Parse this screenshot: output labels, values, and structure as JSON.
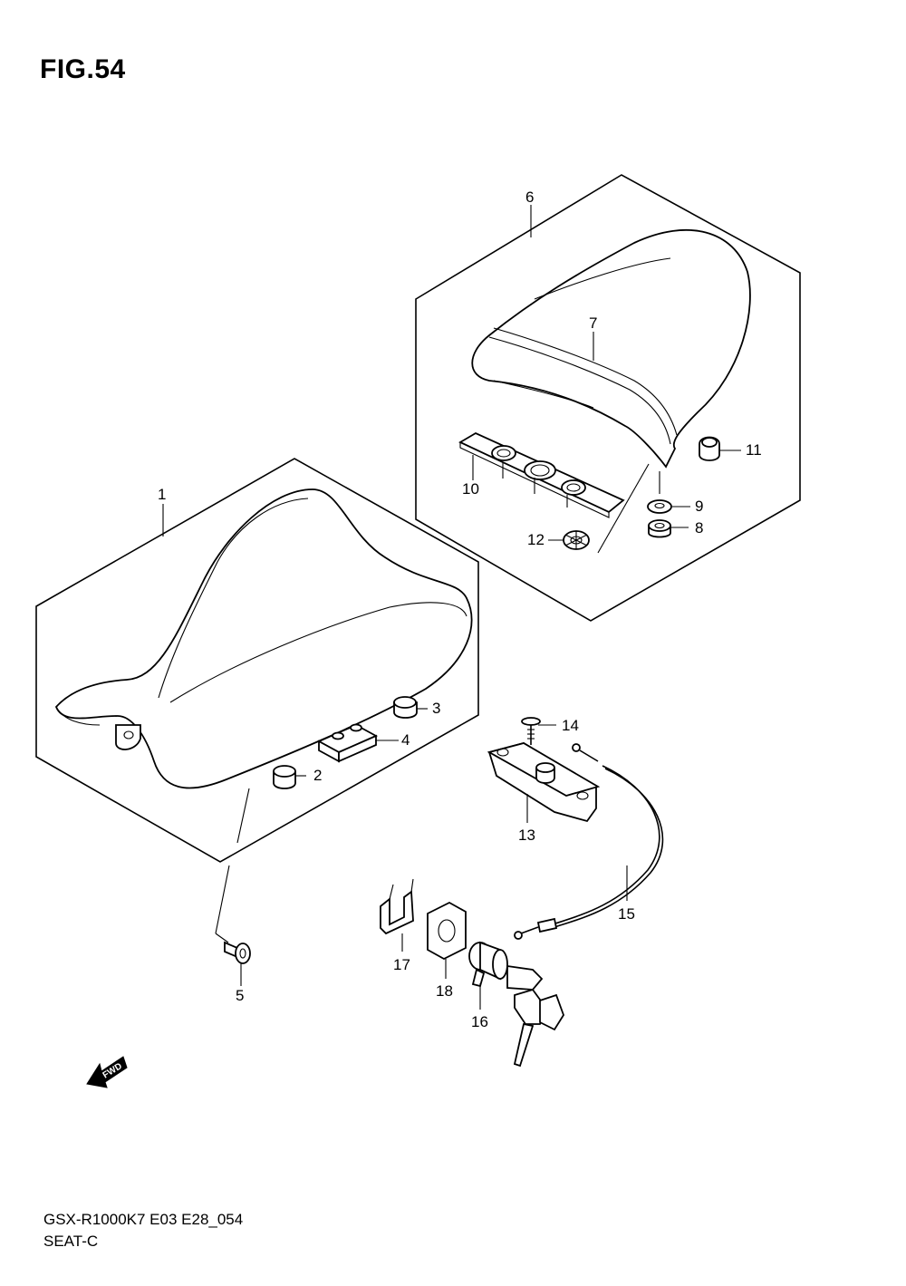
{
  "figure": {
    "title": "FIG.54"
  },
  "footer": {
    "model_code": "GSX-R1000K7 E03 E28_054",
    "section_name": "SEAT-C"
  },
  "fwd_arrow": {
    "label": "FWD"
  },
  "callouts": [
    {
      "id": "c1",
      "label": "1"
    },
    {
      "id": "c2",
      "label": "2"
    },
    {
      "id": "c3",
      "label": "3"
    },
    {
      "id": "c4",
      "label": "4"
    },
    {
      "id": "c5",
      "label": "5"
    },
    {
      "id": "c6",
      "label": "6"
    },
    {
      "id": "c7",
      "label": "7"
    },
    {
      "id": "c8",
      "label": "8"
    },
    {
      "id": "c9",
      "label": "9"
    },
    {
      "id": "c10",
      "label": "10"
    },
    {
      "id": "c11",
      "label": "11"
    },
    {
      "id": "c12",
      "label": "12"
    },
    {
      "id": "c13",
      "label": "13"
    },
    {
      "id": "c14",
      "label": "14"
    },
    {
      "id": "c15",
      "label": "15"
    },
    {
      "id": "c16",
      "label": "16"
    },
    {
      "id": "c17",
      "label": "17"
    },
    {
      "id": "c18",
      "label": "18"
    }
  ]
}
